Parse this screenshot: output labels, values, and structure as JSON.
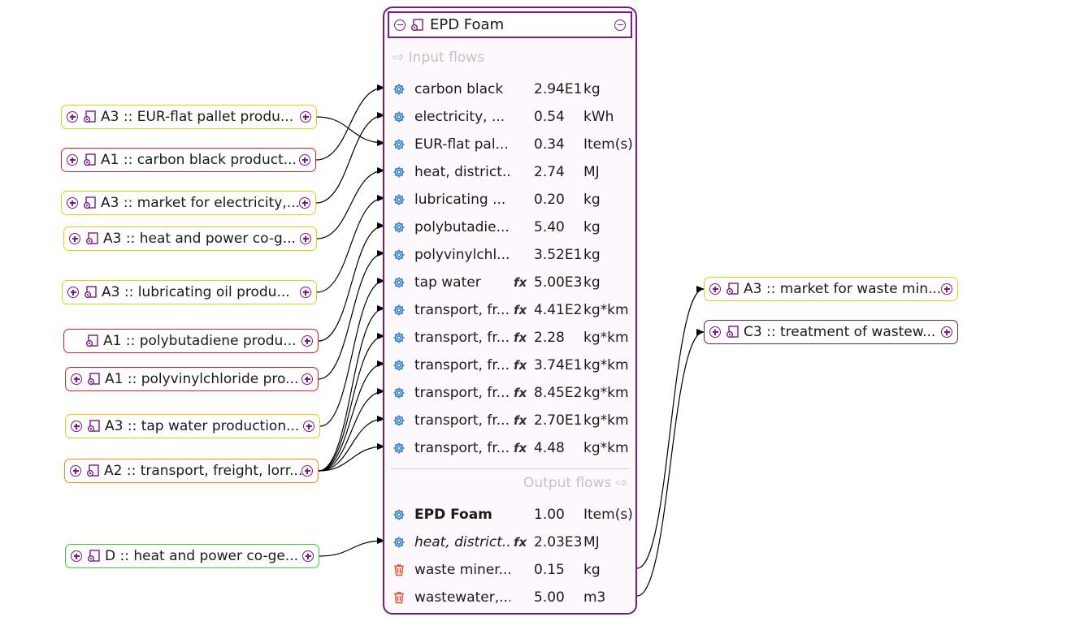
{
  "process": {
    "title": "EPD Foam",
    "input_header": "Input flows",
    "output_header": "Output flows",
    "inputs": [
      {
        "name": "carbon black",
        "fx": "",
        "amount": "2.94E1",
        "unit": "kg"
      },
      {
        "name": " electricity, ...",
        "fx": "",
        "amount": "0.54",
        "unit": "kWh"
      },
      {
        "name": "EUR-flat pal...",
        "fx": "",
        "amount": "0.34",
        "unit": "Item(s)"
      },
      {
        "name": "heat, district...",
        "fx": "",
        "amount": "2.74",
        "unit": "MJ"
      },
      {
        "name": " lubricating ...",
        "fx": "",
        "amount": "0.20",
        "unit": "kg"
      },
      {
        "name": "polybutadie...",
        "fx": "",
        "amount": "5.40",
        "unit": "kg"
      },
      {
        "name": " polyvinylchl...",
        "fx": "",
        "amount": "3.52E1",
        "unit": "kg"
      },
      {
        "name": "tap water",
        "fx": "fx",
        "amount": "5.00E3",
        "unit": "kg"
      },
      {
        "name": " transport, fr...",
        "fx": "fx",
        "amount": "4.41E2",
        "unit": "kg*km"
      },
      {
        "name": " transport, fr...",
        "fx": "fx",
        "amount": "2.28",
        "unit": "kg*km"
      },
      {
        "name": " transport, fr...",
        "fx": "fx",
        "amount": "3.74E1",
        "unit": "kg*km"
      },
      {
        "name": " transport, fr...",
        "fx": "fx",
        "amount": "8.45E2",
        "unit": "kg*km"
      },
      {
        "name": " transport, fr...",
        "fx": "fx",
        "amount": "2.70E1",
        "unit": "kg*km"
      },
      {
        "name": " transport, fr...",
        "fx": "fx",
        "amount": "4.48",
        "unit": "kg*km"
      }
    ],
    "outputs": [
      {
        "name": "EPD Foam",
        "fx": "",
        "amount": "1.00",
        "unit": "Item(s)",
        "icon": "gear",
        "style": "bold"
      },
      {
        "name": "heat, district...",
        "fx": "fx",
        "amount": "2.03E3",
        "unit": "MJ",
        "icon": "gear",
        "style": "italic"
      },
      {
        "name": "waste miner...",
        "fx": "",
        "amount": "0.15",
        "unit": "kg",
        "icon": "waste"
      },
      {
        "name": " wastewater,...",
        "fx": "",
        "amount": "5.00",
        "unit": "m3",
        "icon": "waste"
      }
    ]
  },
  "providers": [
    {
      "label": "A3 :: EUR-flat pallet produ...",
      "color": "#d9d21c",
      "left_button": true
    },
    {
      "label": "A1 :: carbon black product...",
      "color": "#e02020",
      "left_button": true
    },
    {
      "label": "A3 :: market for electricity,...",
      "color": "#d9d21c",
      "left_button": true
    },
    {
      "label": "A3 :: heat and power co-g...",
      "color": "#d9d21c",
      "left_button": true
    },
    {
      "label": "A3 :: lubricating oil produ...",
      "color": "#d9d21c",
      "left_button": true
    },
    {
      "label": "A1 :: polybutadiene produ...",
      "color": "#e02020",
      "left_button": false
    },
    {
      "label": "A1 :: polyvinylchloride pro...",
      "color": "#e02020",
      "left_button": true
    },
    {
      "label": "A3 :: tap water production...",
      "color": "#d9d21c",
      "left_button": true
    },
    {
      "label": "A2 :: transport, freight, lorr...",
      "color": "#f08a1a",
      "left_button": true
    },
    {
      "label": "D :: heat and power co-ge...",
      "color": "#3cc83c",
      "left_button": true
    }
  ],
  "consumers": [
    {
      "label": "A3 :: market for waste min...",
      "color": "#d9d21c"
    },
    {
      "label": "C3 :: treatment of wastew...",
      "color": "#6b2a2a"
    }
  ],
  "colors": {
    "accent": "#7a1a86",
    "gear": "#2c7fc9",
    "waste": "#e0553a",
    "wire": "#000000"
  }
}
